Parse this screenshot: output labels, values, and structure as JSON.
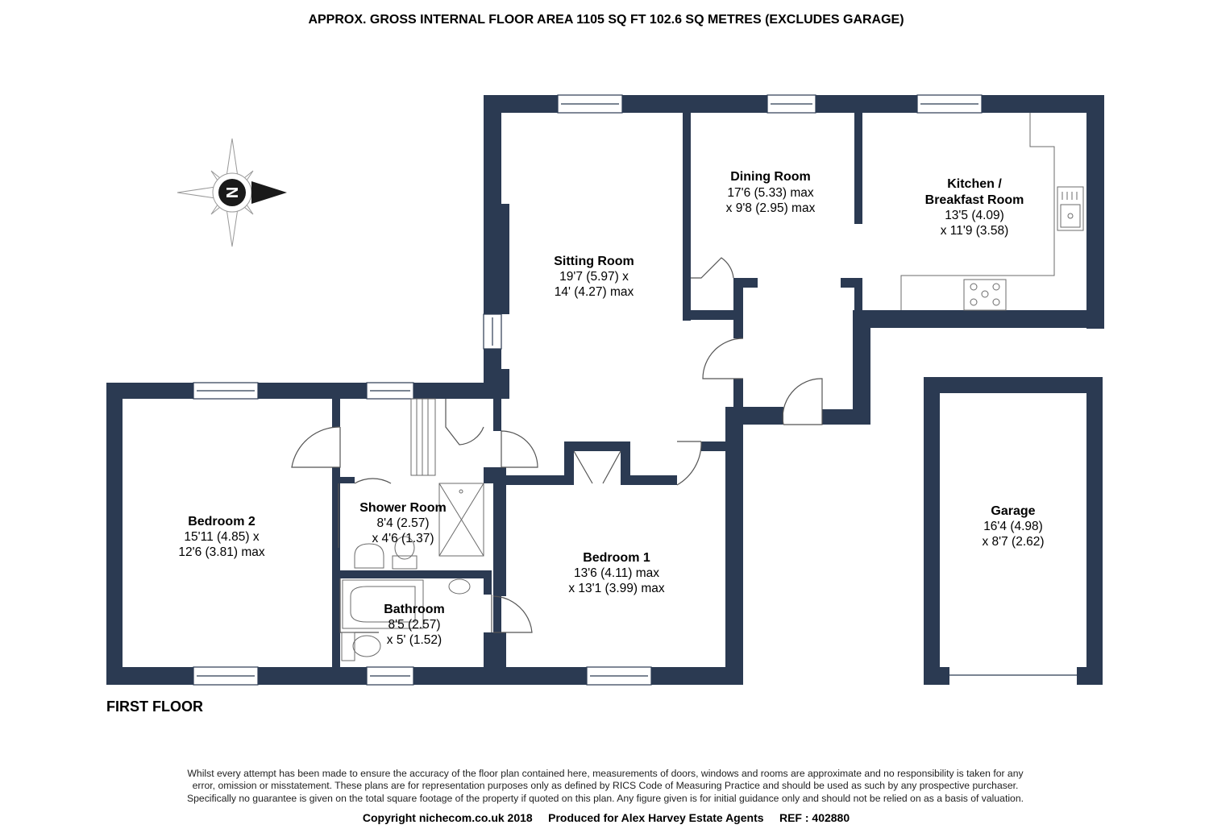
{
  "header": "APPROX. GROSS INTERNAL FLOOR AREA 1105 SQ FT 102.6 SQ METRES (EXCLUDES GARAGE)",
  "floor_label": "FIRST FLOOR",
  "compass": {
    "letter": "N",
    "icon": "compass-icon"
  },
  "colors": {
    "wall": "#2b3a52",
    "fixture": "#6b6b6b"
  },
  "rooms": {
    "dining": {
      "name": "Dining Room",
      "line1": "17'6 (5.33) max",
      "line2": "x 9'8 (2.95) max"
    },
    "kitchen": {
      "name1": "Kitchen /",
      "name2": "Breakfast Room",
      "line1": "13'5 (4.09)",
      "line2": "x 11'9 (3.58)"
    },
    "sitting": {
      "name": "Sitting Room",
      "line1": "19'7 (5.97) x",
      "line2": "14' (4.27) max"
    },
    "bedroom2": {
      "name": "Bedroom 2",
      "line1": "15'11 (4.85) x",
      "line2": "12'6 (3.81) max"
    },
    "shower": {
      "name": "Shower Room",
      "line1": "8'4 (2.57)",
      "line2": "x 4'6 (1.37)"
    },
    "bedroom1": {
      "name": "Bedroom 1",
      "line1": "13'6 (4.11) max",
      "line2": "x 13'1 (3.99) max"
    },
    "bathroom": {
      "name": "Bathroom",
      "line1": "8'5 (2.57)",
      "line2": "x 5' (1.52)"
    },
    "garage": {
      "name": "Garage",
      "line1": "16'4 (4.98)",
      "line2": "x 8'7 (2.62)"
    }
  },
  "disclaimer": {
    "line1": "Whilst every attempt has been made to ensure the accuracy of the floor plan contained here, measurements of doors, windows and rooms are approximate and no responsibility is taken for any",
    "line2": "error, omission or misstatement. These plans are for representation purposes only as defined by RICS Code of Measuring Practice and should be used as such by any prospective purchaser.",
    "line3": "Specifically no guarantee is given on the total square footage of the property if quoted on this plan. Any figure given is for initial guidance only and should not be relied on as a basis of valuation."
  },
  "footer": "Copyright nichecom.co.uk 2018     Produced for Alex Harvey Estate Agents     REF : 402880"
}
